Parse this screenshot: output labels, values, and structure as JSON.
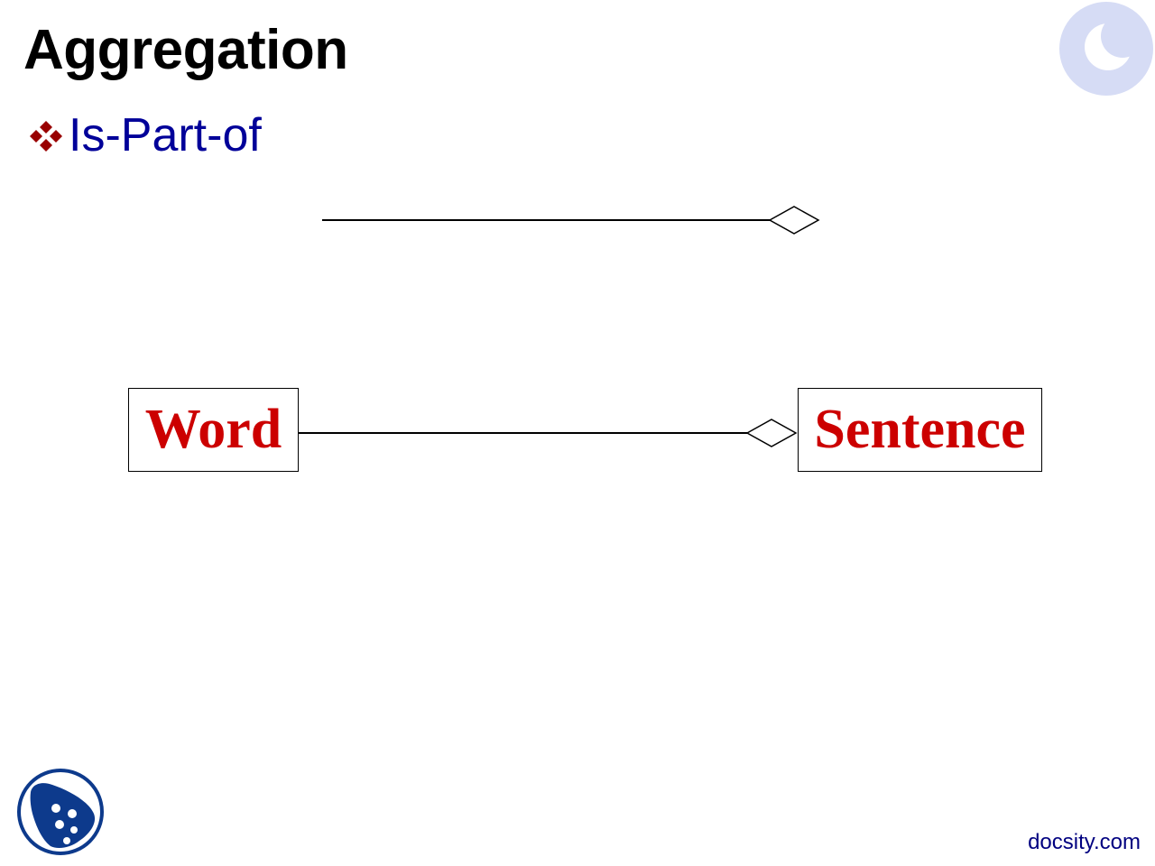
{
  "slide": {
    "title": "Aggregation",
    "bullet": "Is-Part-of"
  },
  "diagram": {
    "classes": {
      "part": "Word",
      "whole": "Sentence"
    },
    "relationships": [
      {
        "type": "aggregation",
        "from": "Word",
        "to": "Sentence",
        "diamond_at": "Sentence"
      }
    ],
    "legend_relationship": {
      "type": "aggregation"
    }
  },
  "footer": {
    "site": "docsity.com"
  },
  "icons": {
    "bullet": "four-diamond-bullet-icon",
    "top_right": "crescent-logo-icon",
    "bottom_left": "docsity-logo-icon"
  },
  "colors": {
    "title": "#000000",
    "bullet_text": "#000099",
    "bullet_icon": "#990000",
    "class_name": "#cc0000",
    "footer": "#000080",
    "crescent_logo": "#d6dcf5",
    "docsity_logo": "#0d3a8c"
  }
}
